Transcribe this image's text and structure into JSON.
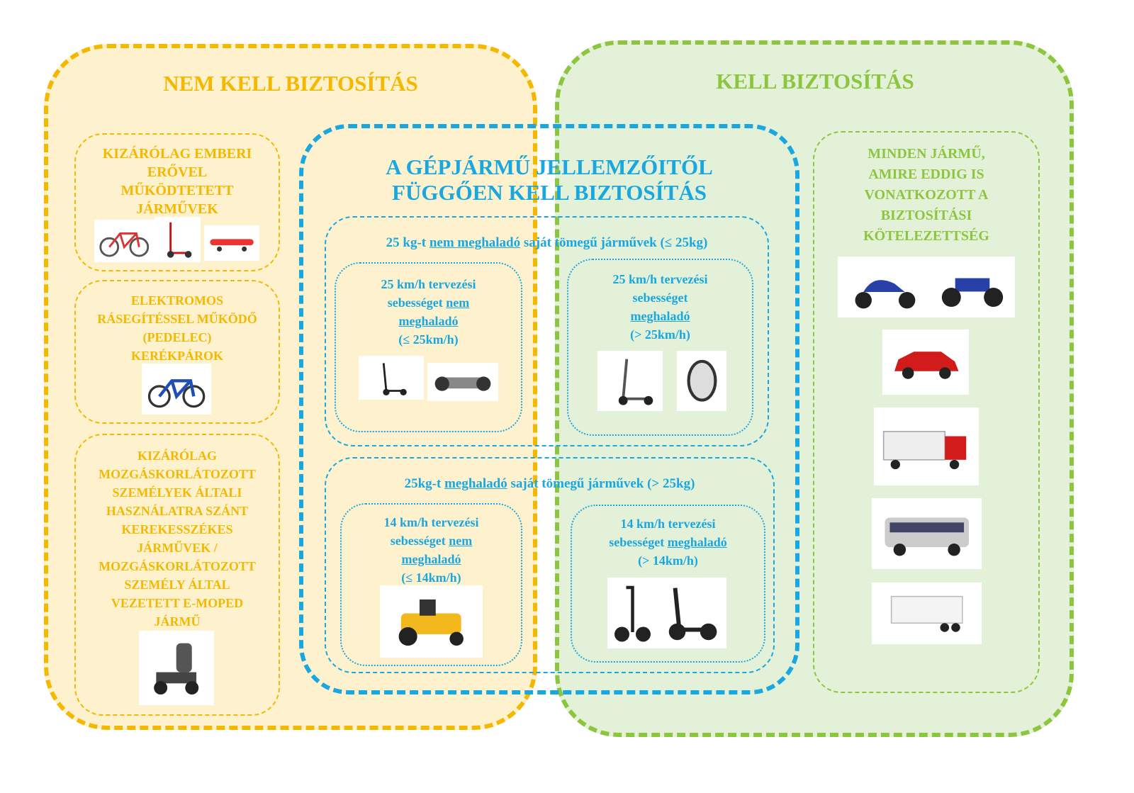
{
  "left_group": {
    "title": "NEM KELL BIZTOSÍTÁS",
    "boxes": [
      {
        "lines": [
          "KIZÁRÓLAG EMBERI",
          "ERŐVEL",
          "MŰKÖDTETETT",
          "JÁRMŰVEK"
        ]
      },
      {
        "lines": [
          "ELEKTROMOS",
          "RÁSEGÍTÉSSEL MŰKÖDŐ",
          "(PEDELEC)",
          "KERÉKPÁROK"
        ]
      },
      {
        "lines": [
          "KIZÁRÓLAG",
          "MOZGÁSKORLÁTOZOTT",
          "SZEMÉLYEK ÁLTALI",
          "HASZNÁLATRA SZÁNT",
          "KEREKESSZÉKES",
          "JÁRMŰVEK /",
          "MOZGÁSKORLÁTOZOTT",
          "SZEMÉLY ÁLTAL",
          "VEZETETT E-MOPED",
          "JÁRMŰ"
        ]
      }
    ]
  },
  "right_group": {
    "title": "KELL BIZTOSÍTÁS",
    "box_lines": [
      "MINDEN JÁRMŰ,",
      "AMIRE EDDIG IS",
      "VONATKOZOTT A",
      "BIZTOSÍTÁSI",
      "KÖTELEZETTSÉG"
    ]
  },
  "middle_group": {
    "title_lines": [
      "A GÉPJÁRMŰ JELLEMZŐITŐL",
      "FÜGGŐEN KELL BIZTOSÍTÁS"
    ],
    "light": {
      "pre": "25 kg-t ",
      "u": "nem meghaladó",
      "post": " saját tömegű járművek (≤ 25kg)",
      "left": {
        "l1": "25 km/h tervezési",
        "l2a": "sebességet ",
        "l2u": "nem",
        "l3u": "meghaladó",
        "l4": "(≤ 25km/h)"
      },
      "right": {
        "l1": "25 km/h tervezési",
        "l2": "sebességet",
        "l3u": "meghaladó",
        "l4": "(> 25km/h)"
      }
    },
    "heavy": {
      "pre": "25kg-t ",
      "u": "meghaladó",
      "post": " saját tömegű járművek (> 25kg)",
      "left": {
        "l1": "14 km/h tervezési",
        "l2a": "sebességet ",
        "l2u": "nem",
        "l3u": "meghaladó",
        "l4": "(≤ 14km/h)"
      },
      "right": {
        "l1": "14 km/h tervezési",
        "l2a": "sebességet ",
        "l2u": "meghaladó",
        "l3": "(> 14km/h)"
      }
    }
  },
  "colors": {
    "yellow": "#F5B800",
    "green": "#8CC63F",
    "blue": "#1AA7E0"
  }
}
